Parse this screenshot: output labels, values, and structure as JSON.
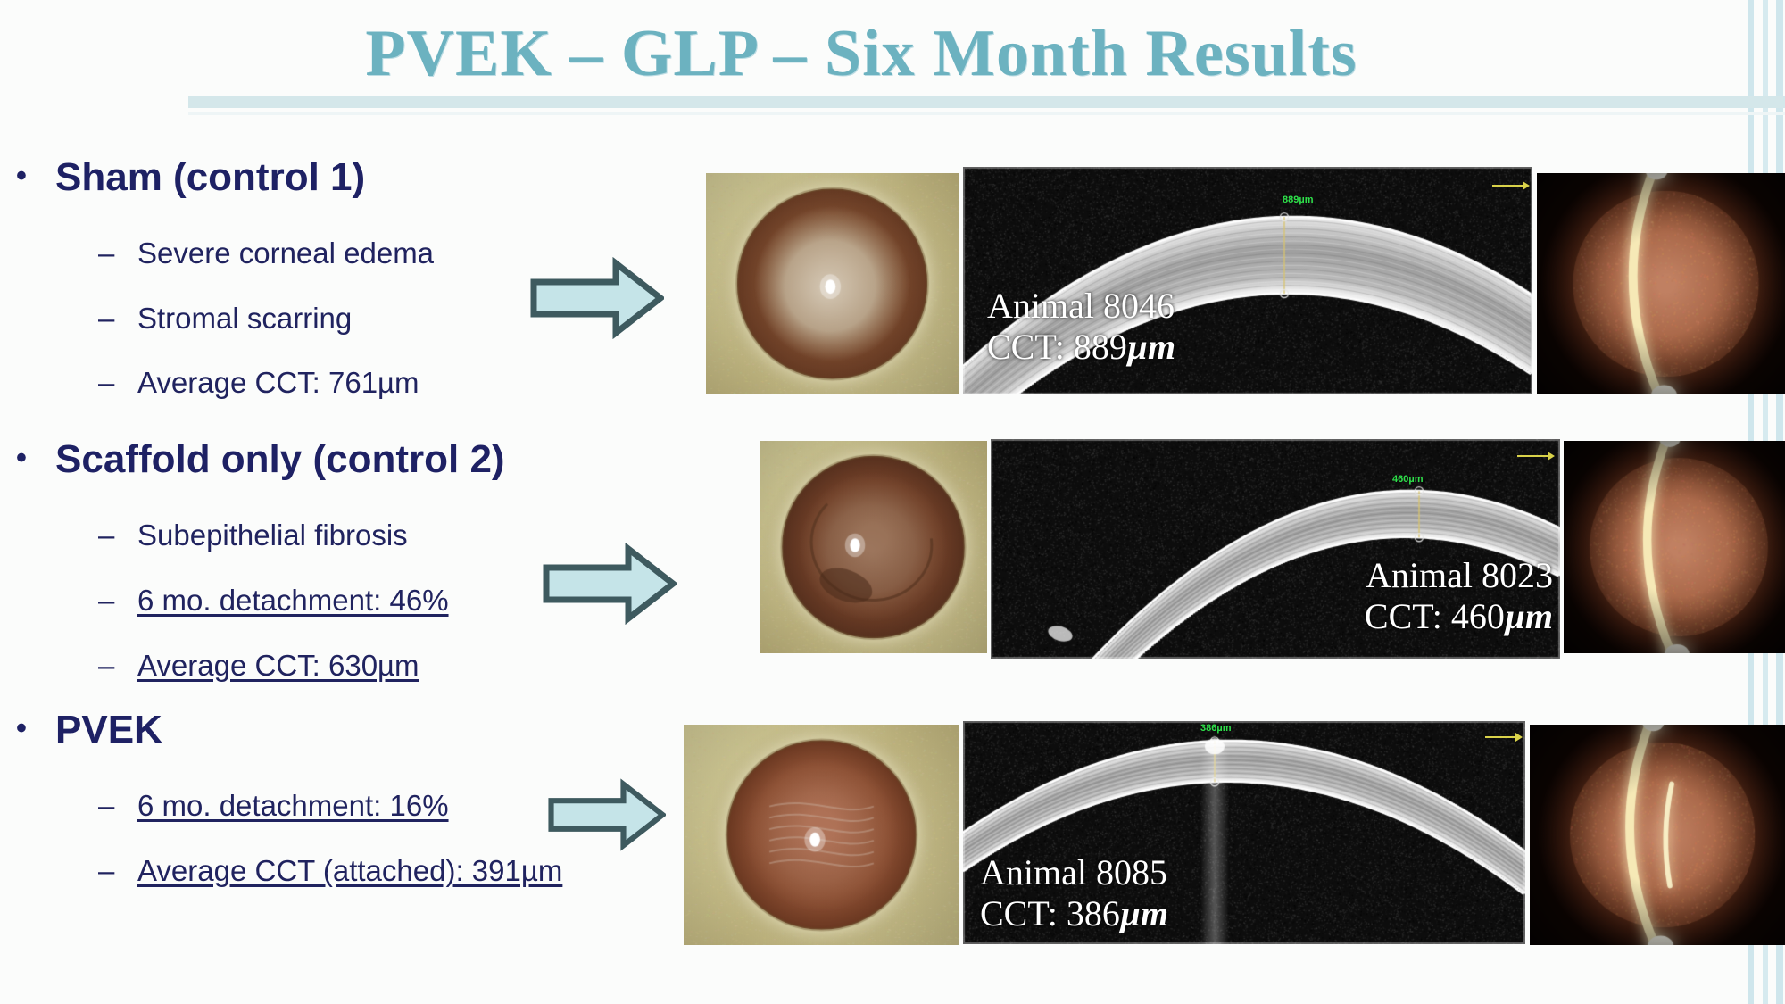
{
  "slide": {
    "title": "PVEK – GLP – Six Month Results",
    "accent_teal": "#6cb2c0",
    "rule_color": "#d4e7ea",
    "bullet_navy": "#1e2164",
    "arrow_fill": "#c5e4e8",
    "arrow_stroke": "#3e5a5f"
  },
  "bullets": [
    {
      "marker": "•",
      "label": "Sham (control 1)",
      "sub": [
        {
          "marker": "–",
          "text": "Severe corneal edema",
          "underline": false
        },
        {
          "marker": "–",
          "text": "Stromal scarring",
          "underline": false
        },
        {
          "marker": "–",
          "text": "Average CCT: 761µm",
          "underline": false
        }
      ]
    },
    {
      "marker": "•",
      "label": "Scaffold only (control 2)",
      "sub": [
        {
          "marker": "–",
          "text": "Subepithelial fibrosis",
          "underline": false
        },
        {
          "marker": "–",
          "text": "6 mo. detachment: 46%",
          "underline": true
        },
        {
          "marker": "–",
          "text": "Average CCT: 630µm",
          "underline": true
        }
      ]
    },
    {
      "marker": "•",
      "label": "PVEK",
      "sub": [
        {
          "marker": "–",
          "text": "6 mo. detachment: 16%",
          "underline": true
        },
        {
          "marker": "–",
          "text": "Average CCT (attached): 391µm",
          "underline": true
        }
      ]
    }
  ],
  "rows": [
    {
      "group": "sham",
      "animal_line": "Animal 8046",
      "cct_prefix": "CCT: ",
      "cct_value": "889",
      "cct_unit": "µm",
      "caliper_label": "889µm",
      "slitlamp_caption": "slit-lamp photo, severe corneal edema",
      "oct_caption": "anterior segment OCT cross-section",
      "slitbeam_caption": "slit-beam cross-section photo"
    },
    {
      "group": "scaffold",
      "animal_line": "Animal 8023",
      "cct_prefix": "CCT: ",
      "cct_value": "460",
      "cct_unit": "µm",
      "caliper_label": "460µm",
      "slitlamp_caption": "slit-lamp photo, subepithelial fibrosis",
      "oct_caption": "anterior segment OCT cross-section",
      "slitbeam_caption": "slit-beam cross-section photo"
    },
    {
      "group": "pvek",
      "animal_line": "Animal 8085",
      "cct_prefix": "CCT: ",
      "cct_value": "386",
      "cct_unit": "µm",
      "caliper_label": "386µm",
      "slitlamp_caption": "slit-lamp photo, clear cornea",
      "oct_caption": "anterior segment OCT cross-section",
      "slitbeam_caption": "slit-beam cross-section photo"
    }
  ],
  "icons": {
    "arrow_right": "right-arrow-icon"
  }
}
